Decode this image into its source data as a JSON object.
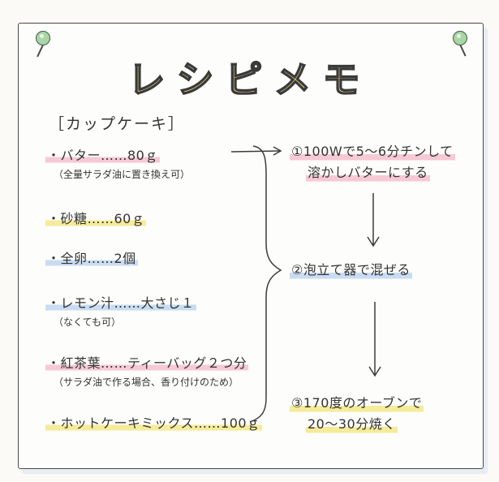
{
  "title": "レシピメモ",
  "section": "［カップケーキ］",
  "ingredients": [
    {
      "text": "・バター……80ｇ",
      "note": "（全量サラダ油に置き換え可）"
    },
    {
      "text": "・砂糖……60ｇ",
      "note": ""
    },
    {
      "text": "・全卵……2個",
      "note": ""
    },
    {
      "text": "・レモン汁……大さじ１",
      "note": "（なくても可）"
    },
    {
      "text": "・紅茶葉……ティーバッグ２つ分",
      "note": "（サラダ油で作る場合、香り付けのため）"
    },
    {
      "text": "・ホットケーキミックス……100ｇ",
      "note": ""
    }
  ],
  "steps": [
    {
      "line1": "①100Wで5～6分チンして",
      "line2": "溶かしバターにする"
    },
    {
      "line1": "②泡立て器で混ぜる",
      "line2": ""
    },
    {
      "line1": "③170度のオーブンで",
      "line2": "20～30分焼く"
    }
  ],
  "colors": {
    "pin": "#a9d6a6",
    "title_fill": "#f2e98c",
    "highlight_pink": "#f6c9d5",
    "highlight_yellow": "#f5eb9a",
    "highlight_blue": "#c9dcf2"
  }
}
